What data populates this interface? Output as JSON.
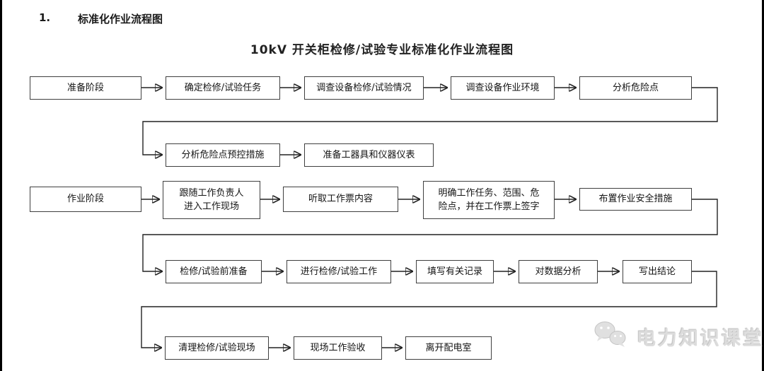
{
  "page": {
    "heading_number": "1.",
    "heading_text": "标准化作业流程图",
    "diagram_title": "10kV 开关柜检修/试验专业标准化作业流程图"
  },
  "flowchart": {
    "nodes": {
      "prep_stage": "准备阶段",
      "define_task": "确定检修/试验任务",
      "survey_condition": "调查设备检修/试验情况",
      "survey_environment": "调查设备作业环境",
      "analyze_hazards": "分析危险点",
      "hazard_control": "分析危险点预控措施",
      "prepare_tools": "准备工器具和仪器仪表",
      "work_stage": "作业阶段",
      "follow_leader": "跟随工作负责人\n进入工作现场",
      "listen_ticket": "听取工作票内容",
      "clarify_tasks": "明确工作任务、范围、危\n险点，并在工作票上签字",
      "arrange_safety": "布置作业安全措施",
      "pre_work_prep": "检修/试验前准备",
      "do_work": "进行检修/试验工作",
      "fill_records": "填写有关记录",
      "analyze_data": "对数据分析",
      "write_conclusion": "写出结论",
      "clean_site": "清理检修/试验现场",
      "site_acceptance": "现场工作验收",
      "leave_room": "离开配电室"
    }
  },
  "watermark": {
    "text": "电力知识课堂",
    "icon": "wechat-chat-bubbles-icon",
    "color": "#dcdcdc"
  },
  "colors": {
    "background": "#ffffff",
    "box_border": "#3f3f3f",
    "arrow": "#222222",
    "text": "#141414",
    "edge_bar": "#000000"
  }
}
